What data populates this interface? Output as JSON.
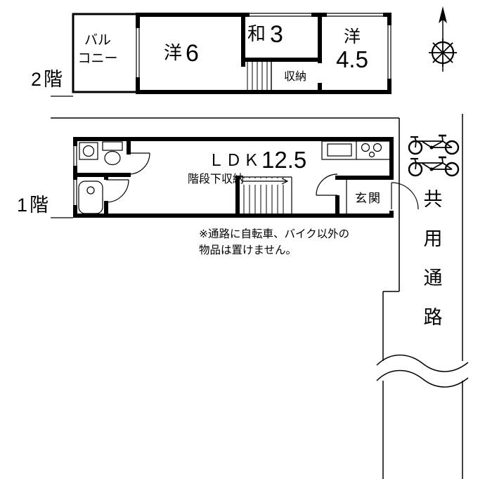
{
  "floor2": {
    "label": "2階",
    "balcony": {
      "line1": "バル",
      "line2": "コニー"
    },
    "room_west6": {
      "name": "洋",
      "size": "6"
    },
    "room_japanese3": {
      "name": "和",
      "size": "3"
    },
    "closet": "収納",
    "room_west45": {
      "name": "洋",
      "size": "4.5"
    }
  },
  "floor1": {
    "label": "1階",
    "ldk": {
      "name": "ＬＤＫ",
      "size": "12.5"
    },
    "under_stair_storage": "階段下収納",
    "entrance": "玄関"
  },
  "note": {
    "line1": "※通路に自転車、バイク以外の",
    "line2": "物品は置けません。"
  },
  "passage": {
    "label_chars": {
      "c1": "共",
      "c2": "用",
      "c3": "通",
      "c4": "路"
    }
  },
  "icons": {
    "compass": "north-compass-icon",
    "bicycle": "bicycle-icon"
  },
  "colors": {
    "wall": "#000000",
    "background": "#ffffff",
    "line": "#000000"
  }
}
